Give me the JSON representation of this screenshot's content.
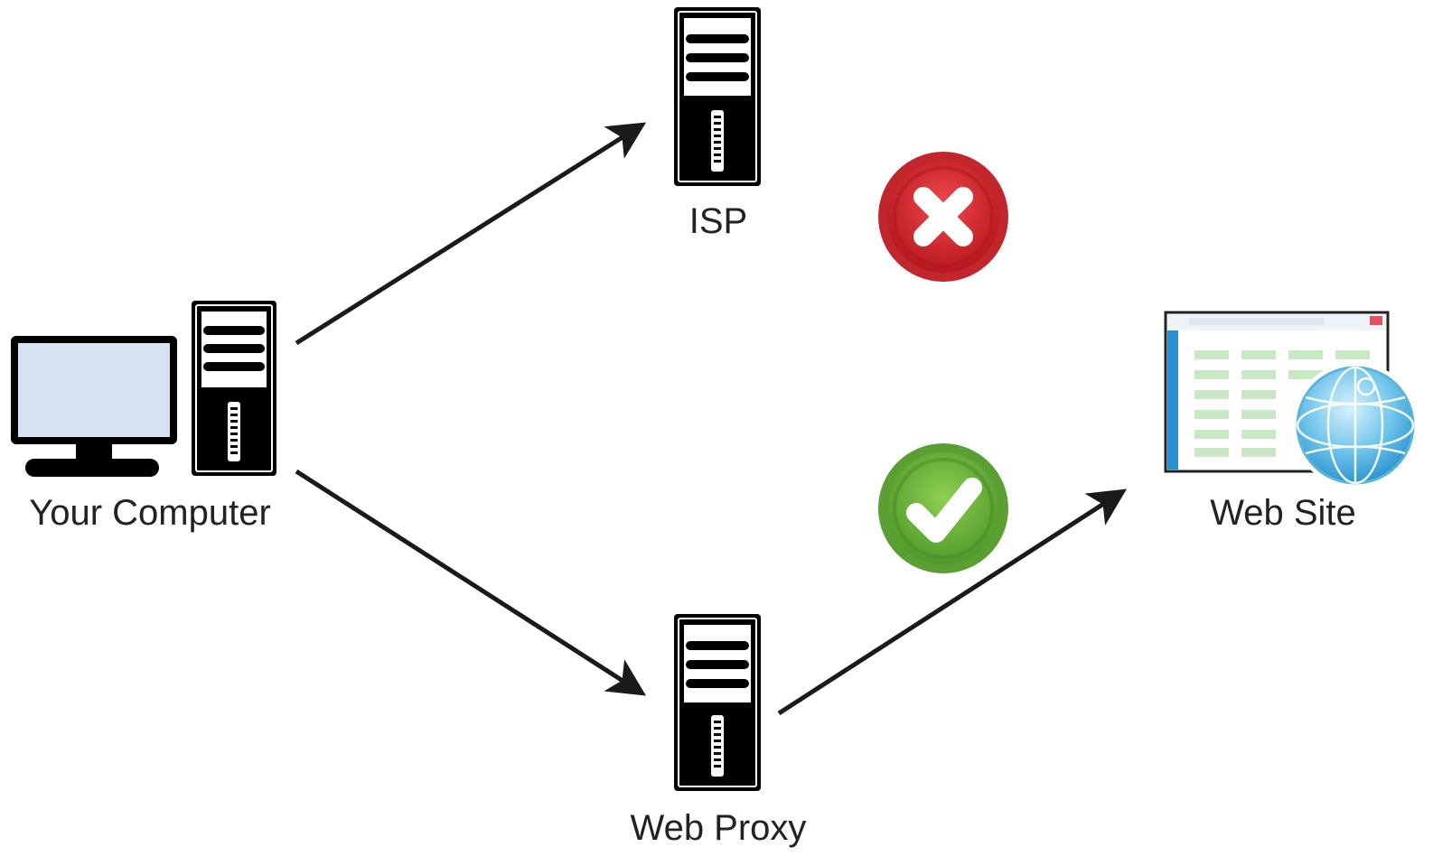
{
  "nodes": {
    "your_computer": {
      "label": "Your Computer"
    },
    "isp": {
      "label": "ISP"
    },
    "web_proxy": {
      "label": "Web Proxy"
    },
    "web_site": {
      "label": "Web Site"
    }
  },
  "status": {
    "blocked_icon": "x-mark-icon",
    "allowed_icon": "check-mark-icon"
  },
  "colors": {
    "blocked": "#d9262c",
    "allowed": "#6cb33f",
    "stroke": "#1a1a1a",
    "monitor_screen": "#d6e2ef",
    "globe": "#4fb3e0"
  }
}
